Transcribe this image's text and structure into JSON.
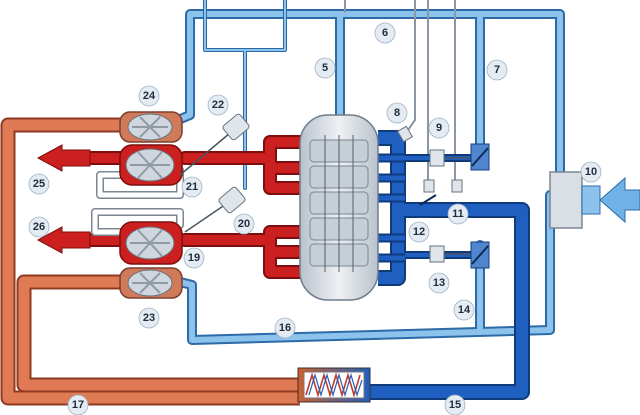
{
  "diagram": {
    "colors": {
      "cold_air": "#8cc3ec",
      "cold_air_edge": "#2d6aa8",
      "charge_air": "#1f5fbf",
      "charge_air_edge": "#0f3a7c",
      "exhaust": "#cc1f1f",
      "exhaust_edge": "#7e0d0d",
      "hot_charge": "#e07a55",
      "hot_charge_edge": "#8e3a22",
      "engine": "#d7dde4",
      "callout_bg": "#e4ebf2"
    },
    "callouts": [
      "5",
      "6",
      "7",
      "8",
      "9",
      "10",
      "11",
      "12",
      "13",
      "14",
      "15",
      "16",
      "17",
      "19",
      "20",
      "21",
      "22",
      "23",
      "24",
      "25",
      "26"
    ],
    "icons": [
      "intake-air-arrow-icon",
      "exhaust-outlet-arrow-icon",
      "turbine-icon",
      "compressor-icon",
      "throttle-valve-icon",
      "wastegate-actuator-icon",
      "intercooler-coil-icon",
      "air-filter-icon"
    ]
  }
}
